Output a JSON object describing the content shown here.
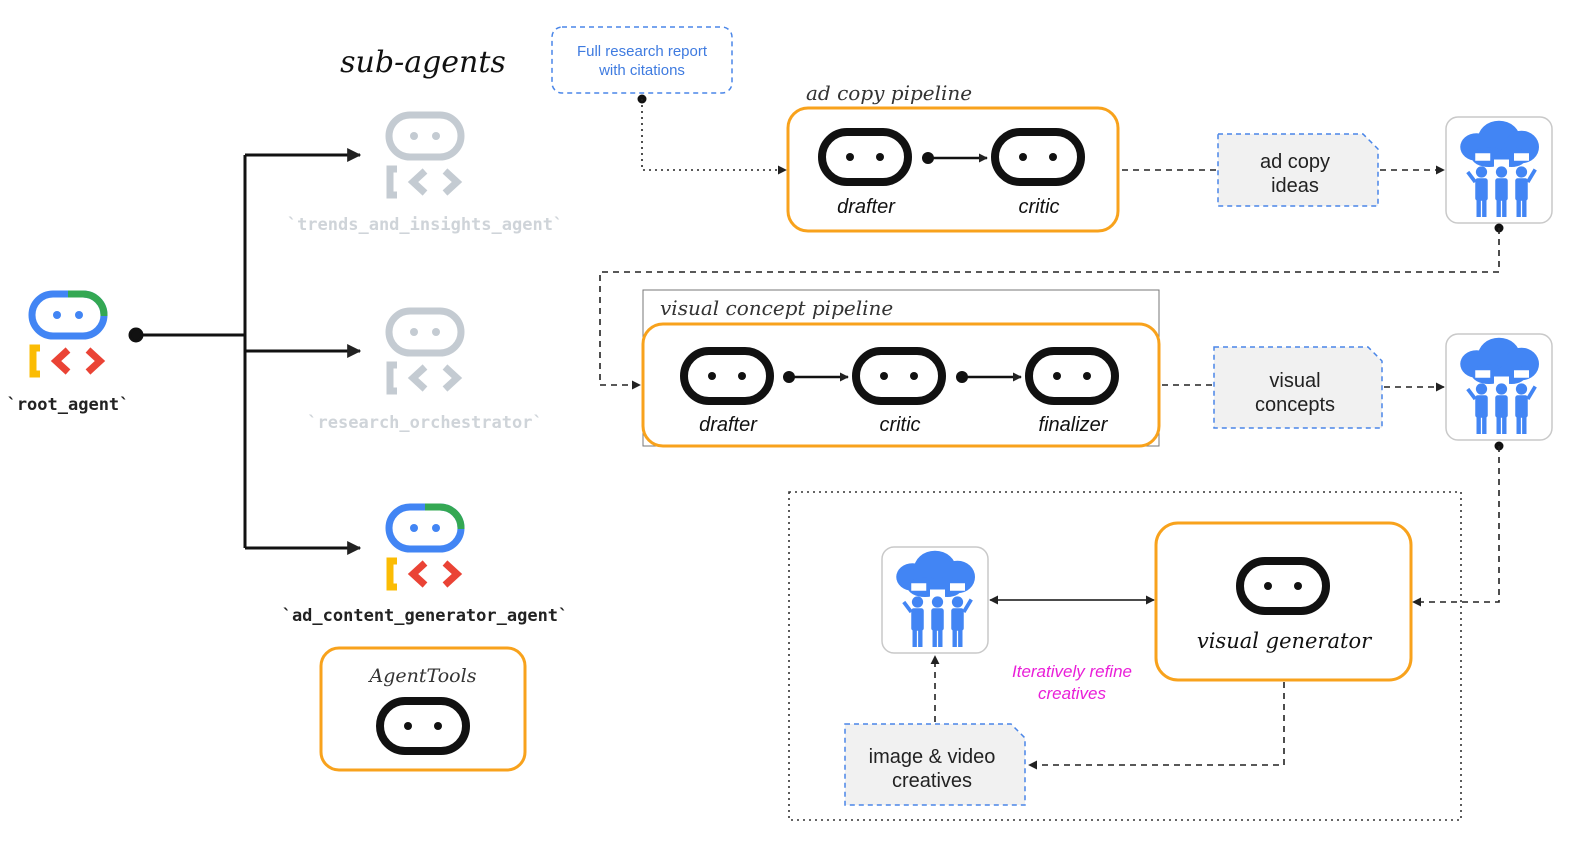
{
  "heading": "sub-agents",
  "root_agent": {
    "label": "`root_agent`"
  },
  "sub_agents": [
    {
      "label": "`trends_and_insights_agent`",
      "state": "inactive"
    },
    {
      "label": "`research_orchestrator`",
      "state": "inactive"
    },
    {
      "label": "`ad_content_generator_agent`",
      "state": "active"
    }
  ],
  "agent_tools": {
    "title": "AgentTools"
  },
  "research_note": {
    "line1": "Full research report",
    "line2": "with citations"
  },
  "ad_copy_pipeline": {
    "title": "ad copy pipeline",
    "steps": [
      "drafter",
      "critic"
    ],
    "output": {
      "line1": "ad copy",
      "line2": "ideas"
    }
  },
  "visual_concept_pipeline": {
    "title": "visual concept pipeline",
    "steps": [
      "drafter",
      "critic",
      "finalizer"
    ],
    "output": {
      "line1": "visual",
      "line2": "concepts"
    }
  },
  "visual_generator": {
    "title": "visual generator",
    "feedback_label": {
      "line1": "Iteratively refine",
      "line2": "creatives"
    },
    "output": {
      "line1": "image & video",
      "line2": "creatives"
    }
  },
  "colors": {
    "orange": "#f8a21c",
    "blue": "#4285f4",
    "green": "#34a853",
    "red": "#ea4335",
    "yellow": "#fbbc04",
    "grey": "#c4cbd2",
    "magenta": "#e91ed8",
    "note_blue": "#4a86e8"
  },
  "icons": [
    "agent-logo-icon",
    "robot-face-icon",
    "human-team-icon"
  ]
}
